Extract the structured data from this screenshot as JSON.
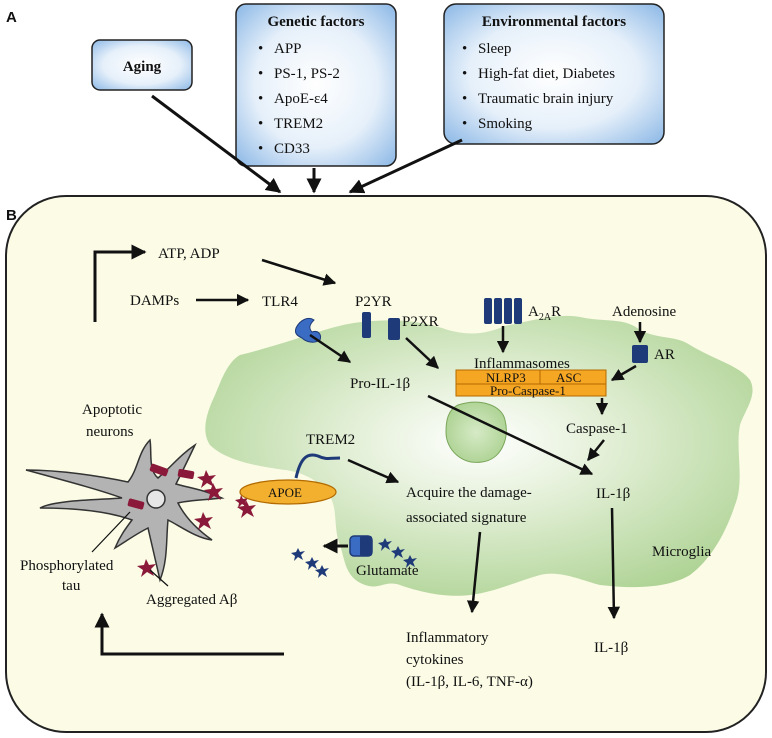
{
  "panels": {
    "a": "A",
    "b": "B"
  },
  "aging": {
    "label": "Aging"
  },
  "genetic": {
    "header": "Genetic factors",
    "items": [
      "APP",
      "PS-1, PS-2",
      "ApoE-ε4",
      "TREM2",
      "CD33"
    ]
  },
  "environmental": {
    "header": "Environmental factors",
    "items": [
      "Sleep",
      "High-fat diet, Diabetes",
      "Traumatic brain injury",
      "Smoking"
    ]
  },
  "bullet": "•",
  "labels": {
    "atp_adp": "ATP, ADP",
    "damps": "DAMPs",
    "tlr4": "TLR4",
    "p2yr": "P2YR",
    "p2xr": "P2XR",
    "a2ar_a": "A",
    "a2ar_sub": "2A",
    "a2ar_r": "R",
    "adenosine": "Adenosine",
    "ar": "AR",
    "inflammasomes": "Inflammasomes",
    "nlrp3": "NLRP3",
    "asc": "ASC",
    "pro_caspase1": "Pro-Caspase-1",
    "pro_il1b": "Pro-IL-1β",
    "caspase1": "Caspase-1",
    "apoptotic_line1": "Apoptotic",
    "apoptotic_line2": "neurons",
    "trem2": "TREM2",
    "apoe": "APOE",
    "acquire_line1": "Acquire the damage-",
    "acquire_line2": "associated signature",
    "il1b_inner": "IL-1β",
    "microglia": "Microglia",
    "glutamate": "Glutamate",
    "phospho_line1": "Phosphorylated",
    "phospho_line2": "tau",
    "aggregated": "Aggregated Aβ",
    "cytokines_line1": "Inflammatory",
    "cytokines_line2": "cytokines",
    "cytokines_line3": "(IL-1β, IL-6, TNF-α)",
    "il1b_outer": "IL-1β"
  },
  "colors": {
    "box_fill": "#8cb8e6",
    "panel_fill": "#fbfbe6",
    "microglia_fill": "#a9d08e",
    "receptor": "#1f3a78",
    "inflammasome_fill": "#f5a623",
    "apoe_fill": "#f2b02e",
    "abeta": "#8b1a3a",
    "neuron": "#b3b3b3",
    "glutamate_dots": "#1f3a78"
  }
}
